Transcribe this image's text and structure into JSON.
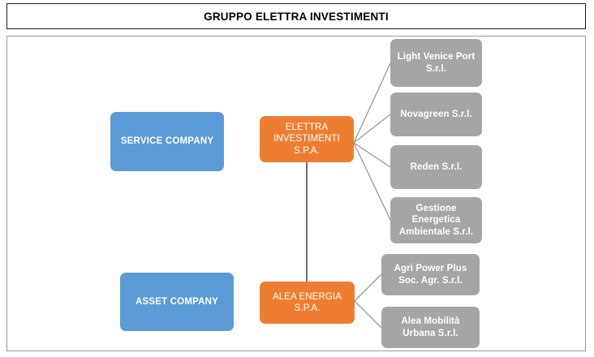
{
  "header": {
    "title": "GRUPPO ELETTRA INVESTIMENTI"
  },
  "colors": {
    "blue": "#5B9BD5",
    "orange": "#ED7D31",
    "gray": "#A5A5A5",
    "connector": "#9a9a9a",
    "connector_dark": "#3f3f3f",
    "title_border": "#1a1a1a",
    "frame_border": "#9a9a9a",
    "text_light": "#ffffff",
    "text_dark": "#000000"
  },
  "diagram": {
    "type": "org-chart",
    "categories": [
      {
        "id": "service-company",
        "label": "SERVICE COMPANY",
        "style": "blue"
      },
      {
        "id": "asset-company",
        "label": "ASSET COMPANY",
        "style": "blue"
      }
    ],
    "parents": [
      {
        "id": "elettra-investimenti",
        "label": "ELETTRA INVESTIMENTI S.P.A.",
        "style": "orange"
      },
      {
        "id": "alea-energia",
        "label": "ALEA ENERGIA S.P.A.",
        "style": "orange"
      }
    ],
    "subsidiaries": [
      {
        "id": "light-venice-port",
        "label": "Light Venice Port S.r.l.",
        "parent": "elettra-investimenti",
        "style": "gray"
      },
      {
        "id": "novagreen",
        "label": "Novagreen S.r.l.",
        "parent": "elettra-investimenti",
        "style": "gray"
      },
      {
        "id": "reden",
        "label": "Reden S.r.l.",
        "parent": "elettra-investimenti",
        "style": "gray"
      },
      {
        "id": "gestione-energetica-ambientale",
        "label": "Gestione Energetica Ambientale S.r.l.",
        "parent": "elettra-investimenti",
        "style": "gray"
      },
      {
        "id": "agri-power-plus",
        "label": "Agri Power Plus Soc. Agr. S.r.l.",
        "parent": "alea-energia",
        "style": "gray"
      },
      {
        "id": "alea-mobilita-urbana",
        "label": "Alea Mobilità Urbana S.r.l.",
        "parent": "alea-energia",
        "style": "gray"
      }
    ],
    "links": [
      {
        "from": "elettra-investimenti",
        "to": "light-venice-port"
      },
      {
        "from": "elettra-investimenti",
        "to": "novagreen"
      },
      {
        "from": "elettra-investimenti",
        "to": "reden"
      },
      {
        "from": "elettra-investimenti",
        "to": "gestione-energetica-ambientale"
      },
      {
        "from": "elettra-investimenti",
        "to": "alea-energia"
      },
      {
        "from": "alea-energia",
        "to": "agri-power-plus"
      },
      {
        "from": "alea-energia",
        "to": "alea-mobilita-urbana"
      }
    ]
  }
}
